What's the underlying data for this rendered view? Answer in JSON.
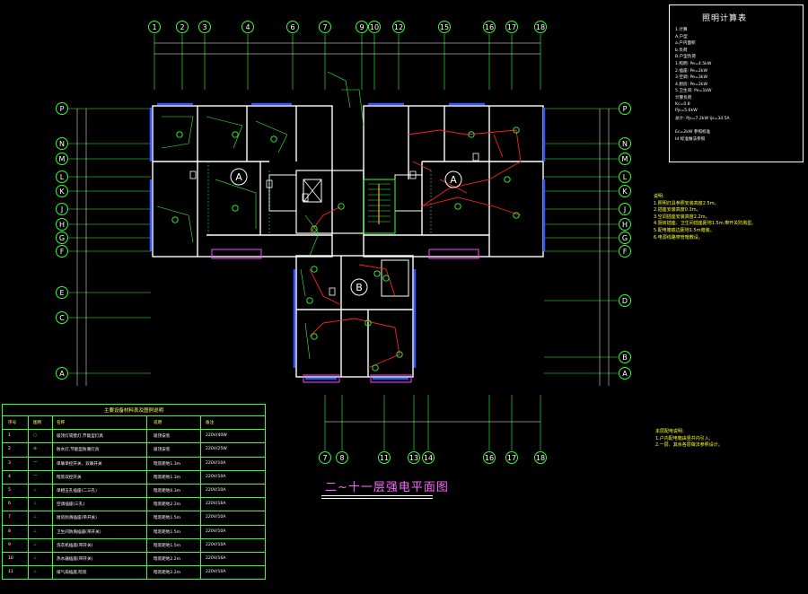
{
  "drawing_title": "二~十一层强电平面图",
  "grid_top": [
    "1",
    "2",
    "3",
    "4",
    "6",
    "7",
    "9",
    "10",
    "12",
    "15",
    "16",
    "17",
    "18"
  ],
  "grid_bottom": [
    "7",
    "8",
    "11",
    "13",
    "14",
    "16",
    "17",
    "18"
  ],
  "grid_left": [
    "P",
    "N",
    "M",
    "L",
    "K",
    "J",
    "H",
    "G",
    "F",
    "E",
    "C",
    "A"
  ],
  "grid_right": [
    "P",
    "N",
    "M",
    "L",
    "K",
    "J",
    "H",
    "G",
    "F",
    "D",
    "B",
    "A"
  ],
  "unit_labels": [
    "A",
    "A",
    "B"
  ],
  "legend": {
    "title": "照明计算表",
    "lines": [
      "1.计算",
      "A.户型",
      "  a.户内面积",
      "  b.负荷",
      "B.户型负荷",
      "  1.照明: Pe=4.5kW",
      "  2.插座: Pe=2kW",
      "  3.空调: Pe=3kW",
      "  4.厨房: Pe=2kW",
      "  5.卫生间: Pe=1kW",
      "计算负荷",
      "  Kc=0.8",
      "  Pjs=5.6kW",
      "总计: Pjs=7.2kW  Ijs=34.5A",
      "",
      "Ec=2kW 参照标准",
      "Id 标准做法参照"
    ]
  },
  "notes": {
    "lines": [
      "说明:",
      "1.照明灯具参照安装高度2.5m。",
      "2.插座安装高度0.3m。",
      "3.空调插座安装高度2.2m。",
      "4.厨房插座、卫生间插座距地1.5m,带开关防溅型。",
      "5.配电箱底边距地1.5m暗装。",
      "6.电源线路穿管暗敷设。"
    ]
  },
  "notes2": {
    "lines": [
      "本层配电说明:",
      "1.户内配电箱由竖井内引入,",
      "2.一层、其余各层做法参照设计。"
    ]
  },
  "equipment_table": {
    "title": "主要设备材料表及图例说明",
    "headers": [
      "序号",
      "图例",
      "名称",
      "说明",
      "备注"
    ],
    "rows": [
      [
        "1",
        "○",
        "吸顶灯或壁灯,节能型灯具",
        "吸顶安装",
        "220V/40W"
      ],
      [
        "2",
        "⊗",
        "防水灯,节能型防潮灯具",
        "吸顶安装",
        "220V/25W"
      ],
      [
        "3",
        "⌒",
        "单联单控开关、双联开关",
        "暗装距地1.3m",
        "220V/10A"
      ],
      [
        "4",
        "⌒",
        "暗装双控开关",
        "暗装距地1.3m",
        "220V/10A"
      ],
      [
        "5",
        "⊥",
        "单相五孔插座(二三孔)",
        "暗装距地0.3m",
        "220V/10A"
      ],
      [
        "6",
        "⊥",
        "空调插座(三孔)",
        "暗装距地2.2m",
        "220V/16A"
      ],
      [
        "7",
        "⊥",
        "厨房防溅插座(带开关)",
        "暗装距地1.5m",
        "220V/10A"
      ],
      [
        "8",
        "⊥",
        "卫生间防溅插座(带开关)",
        "暗装距地1.5m",
        "220V/10A"
      ],
      [
        "9",
        "⊥",
        "洗衣机插座(带开关)",
        "暗装距地1.5m",
        "220V/10A"
      ],
      [
        "10",
        "⊥",
        "热水器插座(带开关)",
        "暗装距地2.2m",
        "220V/16A"
      ],
      [
        "11",
        "⊥",
        "排气扇插座,暗装",
        "暗装距地2.2m",
        "220V/10A"
      ]
    ]
  },
  "colors": {
    "wall": "#ffffff",
    "window": "#3355ff",
    "wiring": "#ff2222",
    "fixtures": "#33ff33",
    "grid": "#33ff33",
    "notes": "#ffff33",
    "title": "#ff66ff"
  }
}
